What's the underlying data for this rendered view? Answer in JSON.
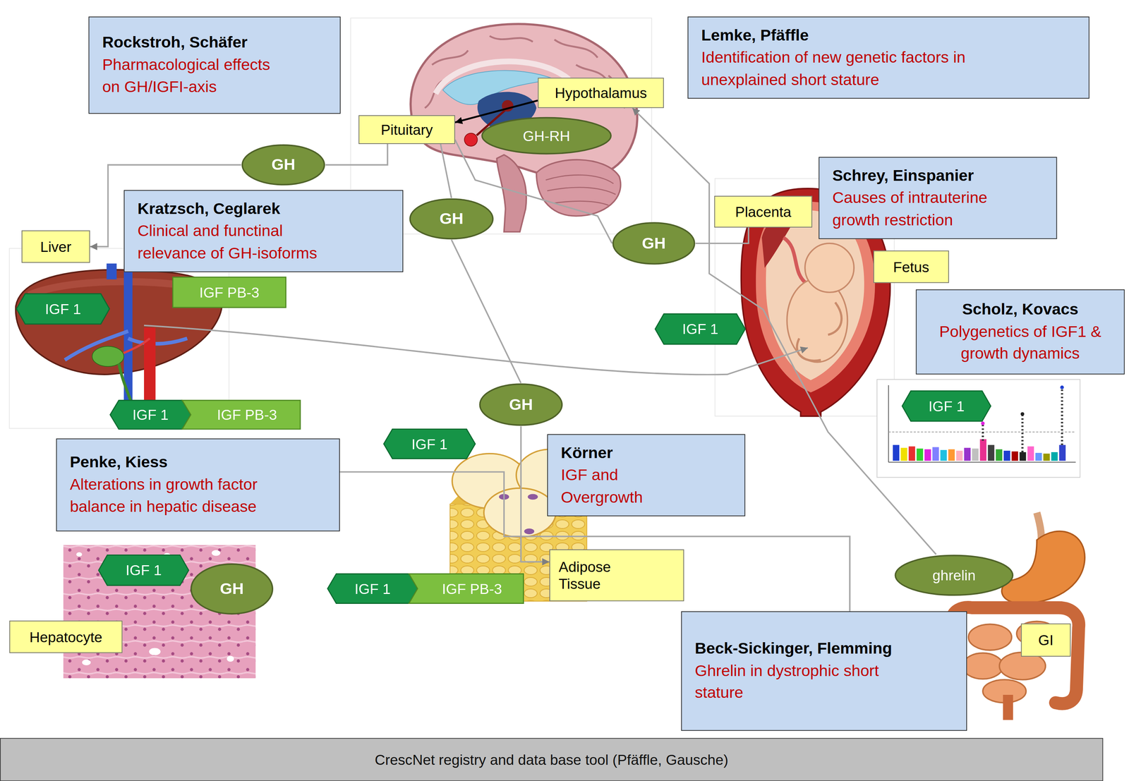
{
  "diagram": {
    "nodes": [
      {
        "text": [
          "Rockstroh, Schäfer",
          "Pharmacological effects on GH/IGFI-axis"
        ]
      },
      {
        "text": [
          "Hypothalamus"
        ]
      },
      {
        "text": [
          "Lemke, Pfäffle",
          "Identification of new genetic factors in unexplained short stature"
        ]
      },
      {
        "text": [
          "Pituitary"
        ]
      },
      {
        "text": [
          "GH-RH"
        ]
      },
      {
        "text": [
          "GH"
        ]
      },
      {
        "text": [
          "Kratzsch, Ceglarek",
          "Clinical and functinal relevance of GH-isoforms"
        ]
      },
      {
        "text": [
          "Schrey, Einspanier",
          "Causes of intrauterine growth restriction"
        ]
      },
      {
        "text": [
          "Placenta"
        ]
      },
      {
        "text": [
          "GH"
        ]
      },
      {
        "text": [
          "GH"
        ]
      },
      {
        "text": [
          "Liver"
        ]
      },
      {
        "text": [
          "Fetus"
        ]
      },
      {
        "text": [
          "IGF 1"
        ]
      },
      {
        "text": [
          "IGF PB-3"
        ]
      },
      {
        "text": [
          "Scholz, Kovacs",
          "Polygenetics of IGF1 & growth dynamics"
        ]
      },
      {
        "text": [
          "IGF 1"
        ]
      },
      {
        "text": [
          "IGF 1"
        ]
      },
      {
        "text": [
          "GH"
        ]
      },
      {
        "text": [
          "IGF 1"
        ]
      },
      {
        "text": [
          "IGF PB-3"
        ]
      },
      {
        "text": [
          "IGF 1"
        ]
      },
      {
        "text": [
          "Penke, Kiess",
          "Alterations in growth factor balance in hepatic disease"
        ]
      },
      {
        "text": [
          "Körner",
          "IGF and Overgrowth"
        ]
      },
      {
        "text": [
          "IGF 1"
        ]
      },
      {
        "text": [
          "GH"
        ]
      },
      {
        "text": [
          "Adipose Tissue"
        ]
      },
      {
        "text": [
          "ghrelin"
        ]
      },
      {
        "text": [
          "IGF 1"
        ]
      },
      {
        "text": [
          "IGF PB-3"
        ]
      },
      {
        "text": [
          "Hepatocyte"
        ]
      },
      {
        "text": [
          "GI"
        ]
      },
      {
        "text": [
          "Beck-Sickinger, Flemming",
          "Ghrelin in dystrophic short stature"
        ]
      },
      {
        "text": [
          "CrescNet registry and data base tool (Pfäffle, Gausche)"
        ]
      }
    ],
    "edges": [
      {
        "from": 3,
        "to": 5,
        "arrow": "none"
      },
      {
        "from": 5,
        "to": 11,
        "arrow": "to"
      },
      {
        "from": 3,
        "to": 9,
        "arrow": "none"
      },
      {
        "from": 9,
        "to": 18,
        "arrow": "none"
      },
      {
        "from": 18,
        "to": 26,
        "arrow": "to"
      },
      {
        "from": 3,
        "to": 10,
        "arrow": "none"
      },
      {
        "from": 10,
        "to": 8,
        "arrow": "none"
      },
      {
        "from": 27,
        "to": 1,
        "arrow": "to"
      },
      {
        "from": 1,
        "to": 3,
        "arrow": "to"
      },
      {
        "from": 22,
        "to": 32,
        "arrow": "none"
      }
    ]
  }
}
